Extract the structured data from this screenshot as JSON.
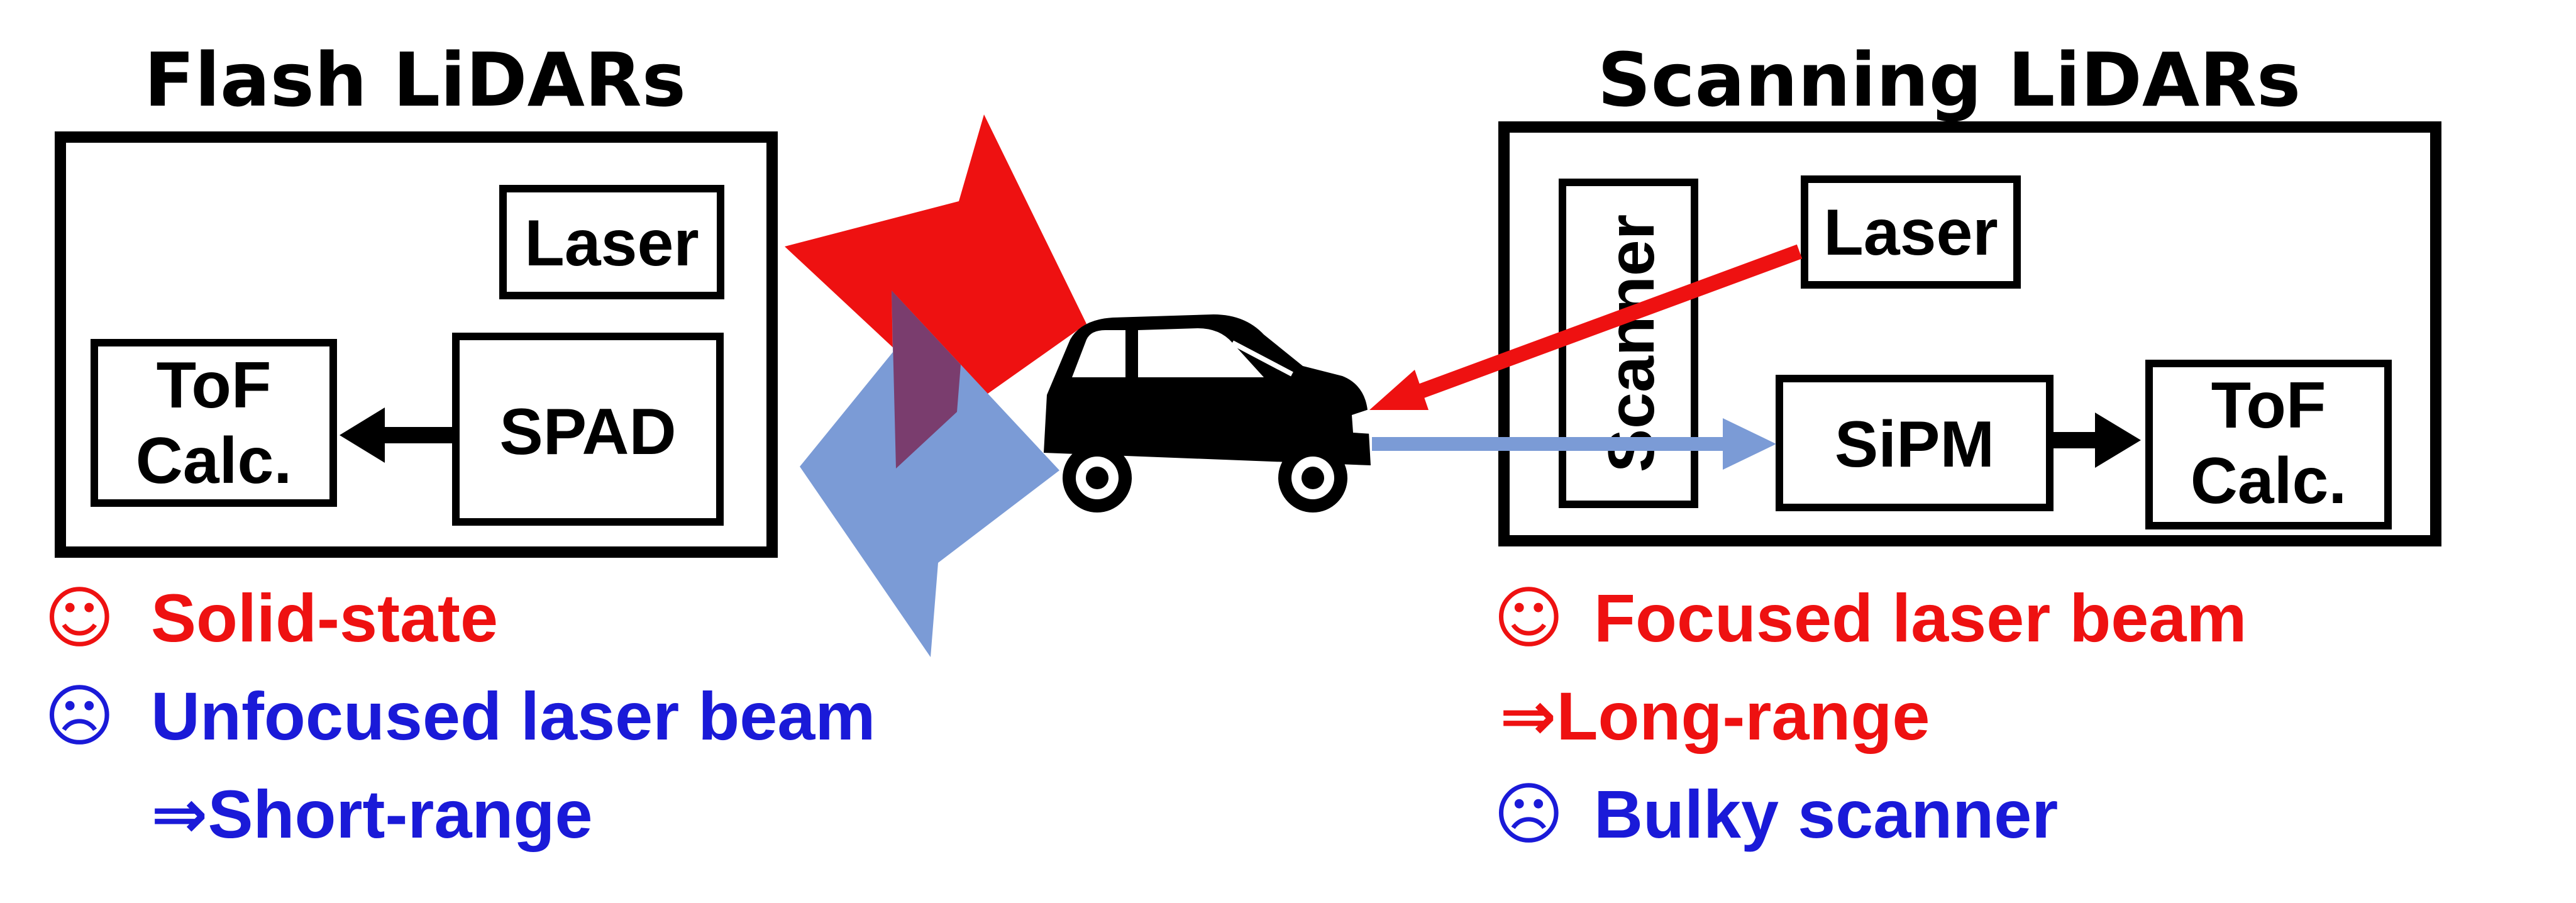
{
  "colors": {
    "red": "#ee1111",
    "blue": "#1a1ad8",
    "light_blue": "#7b9bd6",
    "overlap": "#7a3d6e",
    "ink": "#000000"
  },
  "flash": {
    "title": "Flash LiDARs",
    "laser_label": "Laser",
    "tof_line1": "ToF",
    "tof_line2": "Calc.",
    "spad_label": "SPAD",
    "pro_icon": "☺",
    "pro_text": "Solid-state",
    "con_icon": "☹",
    "con_text": "Unfocused laser beam",
    "con_text2": "⇒Short-range"
  },
  "scanning": {
    "title": "Scanning LiDARs",
    "scanner_label": "Scanner",
    "laser_label": "Laser",
    "sipm_label": "SiPM",
    "tof_line1": "ToF",
    "tof_line2": "Calc.",
    "pro_icon": "☺",
    "pro_text": "Focused laser beam",
    "pro_text2": "⇒Long-range",
    "con_icon": "☹",
    "con_text": "Bulky scanner"
  },
  "icons": {
    "car": "car-icon",
    "smile": "smiley-icon",
    "frown": "frowny-icon",
    "arrow": "arrow-right-icon"
  }
}
